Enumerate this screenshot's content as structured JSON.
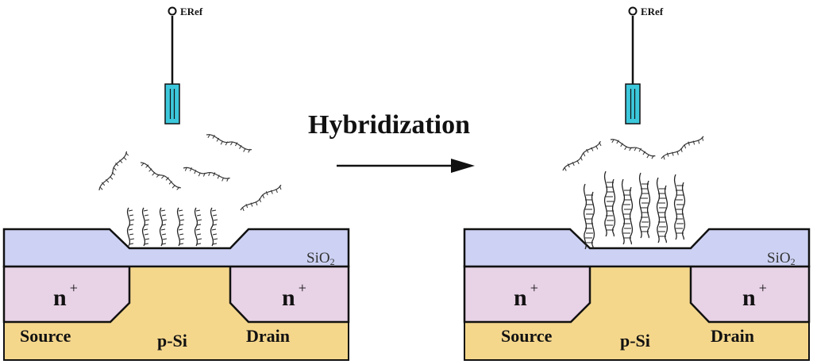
{
  "title": "Hybridization",
  "colors": {
    "oxide": "#cdd2f4",
    "silicon": "#f5d78c",
    "n_region": "#e8d2e6",
    "electrode": "#3cc8dc",
    "outline": "#111111"
  },
  "panels": [
    {
      "id": "before",
      "electrode_label": "ERef",
      "oxide_label": "SiO",
      "oxide_sub": "2",
      "source_doping": "n",
      "source_sup": "+",
      "drain_doping": "n",
      "drain_sup": "+",
      "source_label": "Source",
      "substrate_label": "p-Si",
      "drain_label": "Drain",
      "state": "single-stranded probes"
    },
    {
      "id": "after",
      "electrode_label": "ERef",
      "oxide_label": "SiO",
      "oxide_sub": "2",
      "source_doping": "n",
      "source_sup": "+",
      "drain_doping": "n",
      "drain_sup": "+",
      "source_label": "Source",
      "substrate_label": "p-Si",
      "drain_label": "Drain",
      "state": "double-stranded (hybridized)"
    }
  ]
}
